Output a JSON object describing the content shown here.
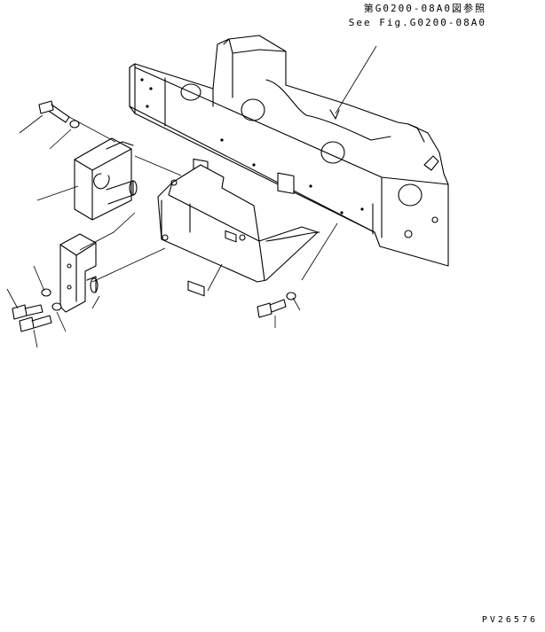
{
  "reference_note": {
    "line_japanese": "第G0200-08A0図参照",
    "line_english": "See Fig.G0200-08A0"
  },
  "drawing_code": "PV26576",
  "colors": {
    "line": "#000000",
    "background": "#ffffff"
  },
  "parts": [
    "frame-assembly",
    "battery-tray",
    "upper-bracket",
    "lower-bracket",
    "bolt",
    "washer"
  ]
}
